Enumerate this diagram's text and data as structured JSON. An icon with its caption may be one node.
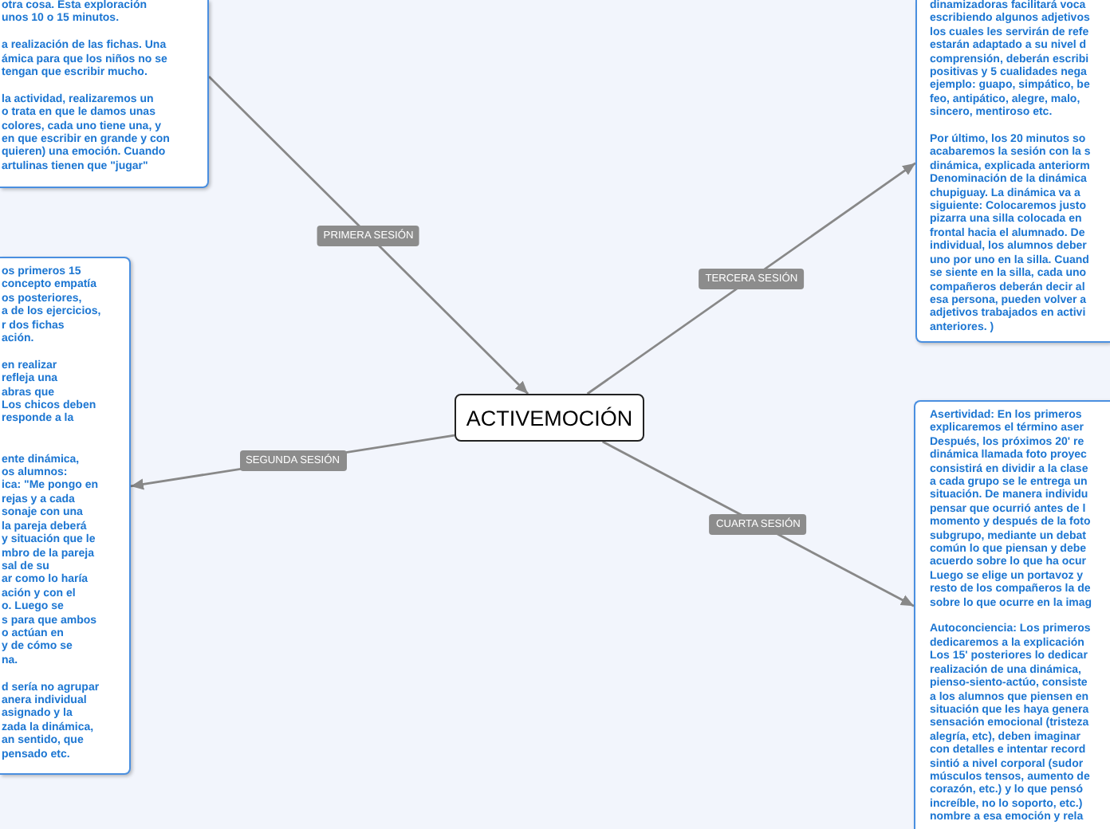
{
  "diagram": {
    "nodes": [
      {
        "text": [
          "ACTIVEMOCIÓN"
        ]
      },
      {
        "text": [
          "otra cosa. Esta exploración unos 10 o 15 minutos.",
          "a realización de las fichas. Una ámica para que los niños no se tengan que escribir mucho.",
          "la actividad, realizaremos un o trata en que le damos unas colores, cada uno tiene una, y en que escribir en grande y con quieren) una emoción. Cuando artulinas tienen que \"jugar\""
        ]
      },
      {
        "text": [
          "os primeros 15 concepto empatía os posteriores, a de los ejercicios, r dos fichas ación.",
          "en realizar refleja una abras que Los chicos deben responde a la",
          "ente dinámica, os alumnos: ica: \"Me pongo en rejas y a cada sonaje con una la pareja deberá y situación que le mbro de la pareja sal de su ar como lo haría ación y con el o. Luego se s para que ambos o actúan en y de cómo se na.",
          "d sería no agrupar anera individual asignado y la zada la dinámica, an sentido, que pensado etc."
        ]
      },
      {
        "text": [
          "dinamizadoras facilitará voca escribiendo algunos adjetivos los cuales les servirán de refe estarán adaptado a su nivel d comprensión, deberán escribi positivas y 5 cualidades nega ejemplo: guapo, simpático, be feo, antipático, alegre, malo, sincero, mentiroso etc.",
          "Por último, los 20 minutos so acabaremos la sesión con la s dinámica, explicada anteriorm Denominación de la dinámica chupiguay. La dinámica va a siguiente: Colocaremos justo pizarra una silla colocada en frontal hacia el alumnado. De individual, los alumnos deber uno por uno en la silla. Cuand se siente en la silla, cada uno compañeros deberán decir al esa persona, pueden volver a adjetivos trabajados en activi anteriores. )"
        ]
      },
      {
        "text": [
          "Asertividad: En los primeros explicaremos el término aser Después, los próximos 20' re dinámica llamada foto proyec consistirá en dividir a la clase a cada grupo se le entrega un situación. De manera individu pensar que ocurrió antes de l momento y después de la foto subgrupo, mediante un debat común lo que piensan y debe acuerdo sobre lo que ha ocur Luego se elige un portavoz y resto de los compañeros la de sobre lo que ocurre en la imag",
          "Autoconciencia: Los primeros dedicaremos a la explicación Los 15' posteriores lo dedicar realización de una dinámica, pienso-siento-actúo, consiste a los alumnos que piensen en situación que les haya genera sensación emocional (tristeza alegría, etc), deben imaginar con detalles e intentar record sintió a nivel corporal (sudor músculos tensos, aumento de corazón, etc.) y lo que pensó increíble, no lo soporto, etc.) nombre a esa emoción y rela"
        ]
      }
    ],
    "edges": [
      {
        "from": 1,
        "to": 0,
        "arrow": "to",
        "label": "PRIMERA SESIÓN"
      },
      {
        "from": 0,
        "to": 2,
        "arrow": "to",
        "label": "SEGUNDA SESIÓN"
      },
      {
        "from": 0,
        "to": 3,
        "arrow": "to",
        "label": "TERCERA SESIÓN"
      },
      {
        "from": 0,
        "to": 4,
        "arrow": "to",
        "label": "CUARTA SESIÓN"
      }
    ]
  }
}
